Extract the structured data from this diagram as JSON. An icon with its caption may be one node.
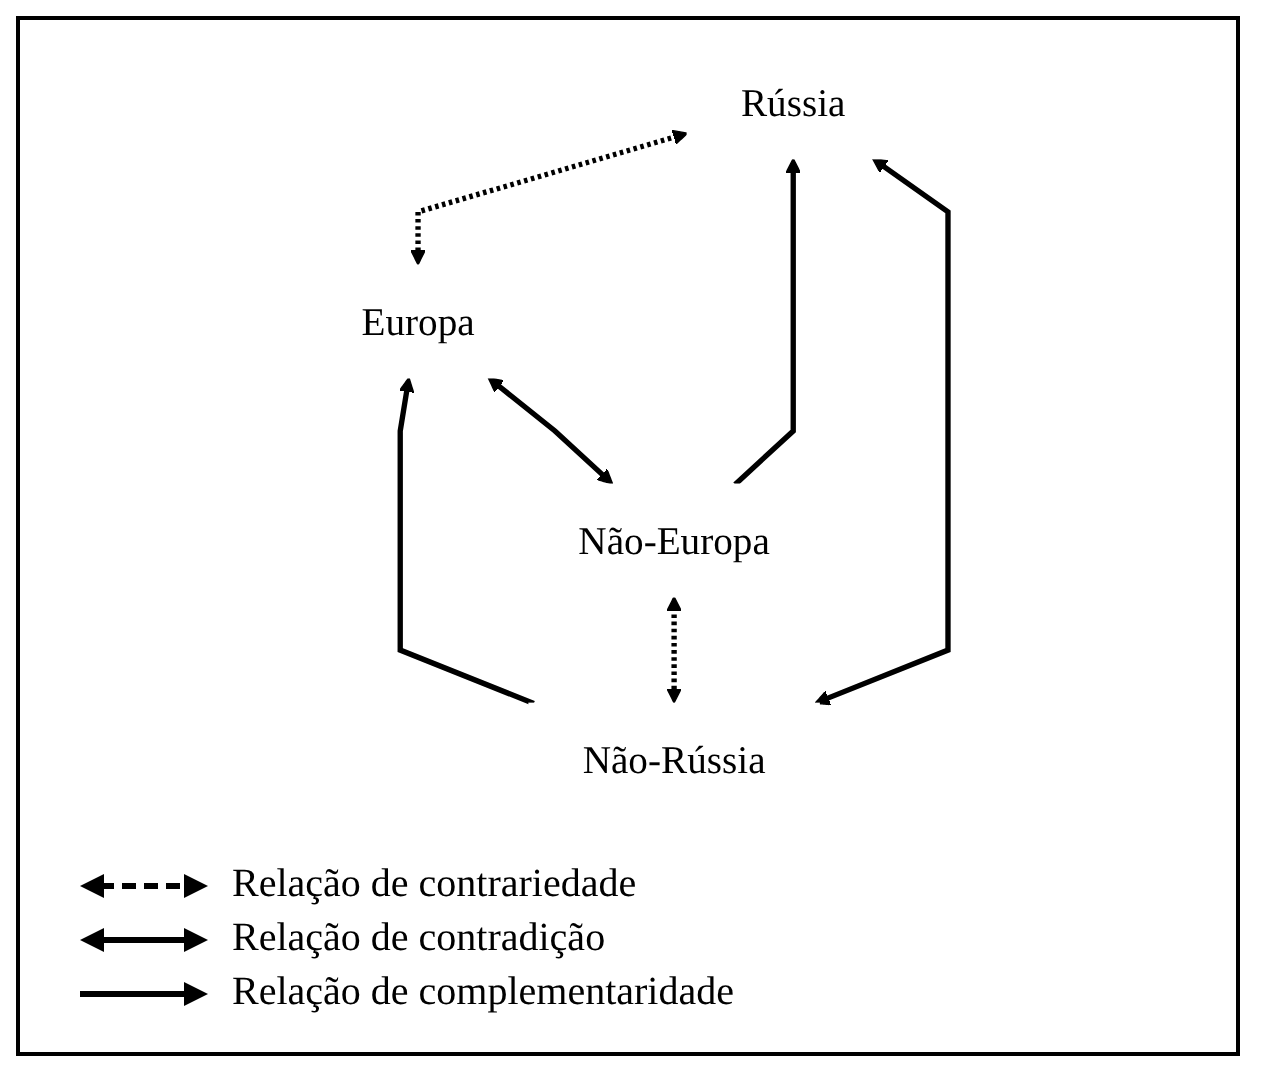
{
  "diagram": {
    "nodes": [
      {
        "text": [
          "Europa"
        ]
      },
      {
        "text": [
          "Rússia"
        ]
      },
      {
        "text": [
          "Não-Rússia"
        ]
      },
      {
        "text": [
          "Não-Europa"
        ]
      }
    ],
    "edges": [
      {
        "from": 0,
        "to": 1,
        "arrow": "both",
        "style": "dashed"
      },
      {
        "from": 2,
        "to": 0,
        "arrow": "to"
      },
      {
        "from": 3,
        "to": 1,
        "arrow": "to"
      },
      {
        "from": 3,
        "to": 0,
        "arrow": "both"
      },
      {
        "from": 2,
        "to": 1,
        "arrow": "both"
      },
      {
        "from": 2,
        "to": 3,
        "arrow": "both",
        "style": "dashed"
      }
    ],
    "legend": [
      {
        "text": "Relação de contrariedade"
      },
      {
        "text": "Relação de contradição"
      },
      {
        "text": "Relação de complementaridade"
      }
    ]
  }
}
